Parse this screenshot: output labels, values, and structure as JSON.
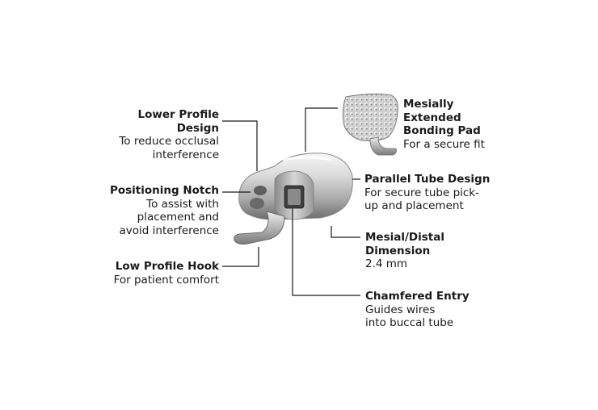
{
  "callouts": {
    "lower_profile": {
      "title_line1": "Lower Profile",
      "title_line2": "Design",
      "desc_line1": "To reduce occlusal",
      "desc_line2": "interference"
    },
    "positioning_notch": {
      "title": "Positioning Notch",
      "desc_line1": "To assist with",
      "desc_line2": "placement and",
      "desc_line3": "avoid interference"
    },
    "low_profile_hook": {
      "title": "Low Profile Hook",
      "desc": "For patient comfort"
    },
    "bonding_pad": {
      "title_line1": "Mesially",
      "title_line2": "Extended",
      "title_line3": "Bonding Pad",
      "desc": "For a secure fit"
    },
    "parallel_tube": {
      "title": "Parallel Tube Design",
      "desc_line1": "For secure tube pick-",
      "desc_line2": "up and placement"
    },
    "mesial_distal": {
      "title_line1": "Mesial/Distal",
      "title_line2": "Dimension",
      "desc": "2.4 mm"
    },
    "chamfered_entry": {
      "title": "Chamfered Entry",
      "desc_line1": "Guides wires",
      "desc_line2": "into buccal tube"
    }
  },
  "colors": {
    "text": "#1a1a1a",
    "metal_light": "#f2f2f2",
    "metal_mid": "#b9b9b9",
    "metal_dark": "#6e6e6e",
    "background": "#ffffff"
  }
}
